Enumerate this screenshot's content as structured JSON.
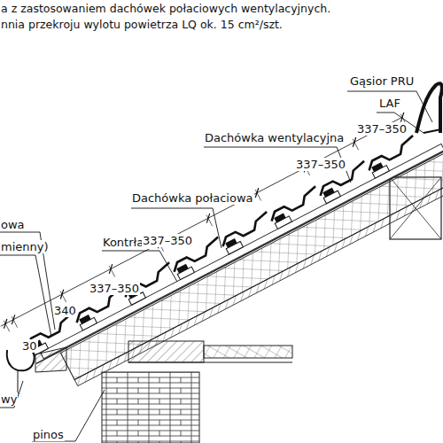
{
  "diagram": {
    "labels": [
      "a z zastosowaniem dachówek połaciowych wentylacyjnych.",
      "nnia przekroju wylotu powietrza LQ ok. 15 cm²/szt.",
      "Gąsior PRU",
      "LAF",
      "337–350",
      "Dachówka wentylacyjna",
      "337–350",
      "Dachówka połaciowa",
      "Kontrłata",
      "337–350",
      "337–350",
      "340",
      "30",
      "owa",
      "mienny)",
      "wy",
      "pinos"
    ]
  }
}
